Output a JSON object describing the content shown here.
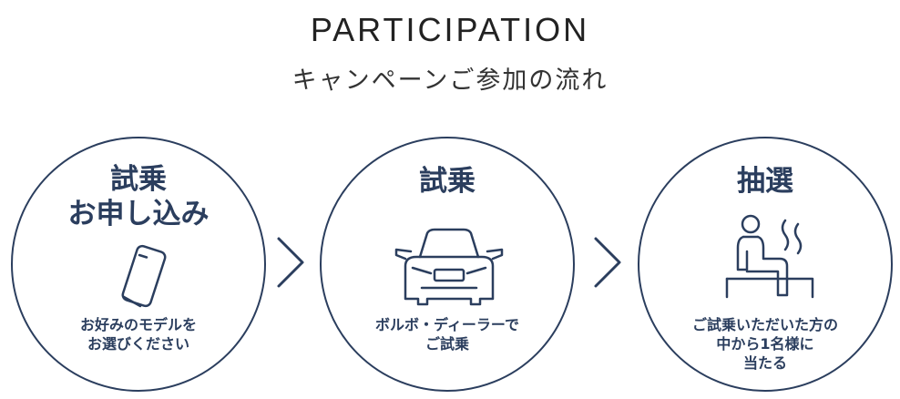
{
  "header": {
    "title_en": "PARTICIPATION",
    "title_ja": "キャンペーンご参加の流れ"
  },
  "steps": [
    {
      "title_lines": [
        "試乗",
        "お申し込み"
      ],
      "desc_lines": [
        "お好みのモデルを",
        "お選びください"
      ],
      "icon": "smartphone-icon"
    },
    {
      "title_lines": [
        "試乗"
      ],
      "desc_lines": [
        "ボルボ・ディーラーで",
        "ご試乗"
      ],
      "icon": "car-front-icon"
    },
    {
      "title_lines": [
        "抽選"
      ],
      "desc_lines": [
        "ご試乗いただいた方の",
        "中から1名様に",
        "当たる"
      ],
      "icon": "sauna-person-icon"
    }
  ],
  "colors": {
    "accent": "#2b3e5e",
    "text": "#222222",
    "background": "#ffffff"
  }
}
